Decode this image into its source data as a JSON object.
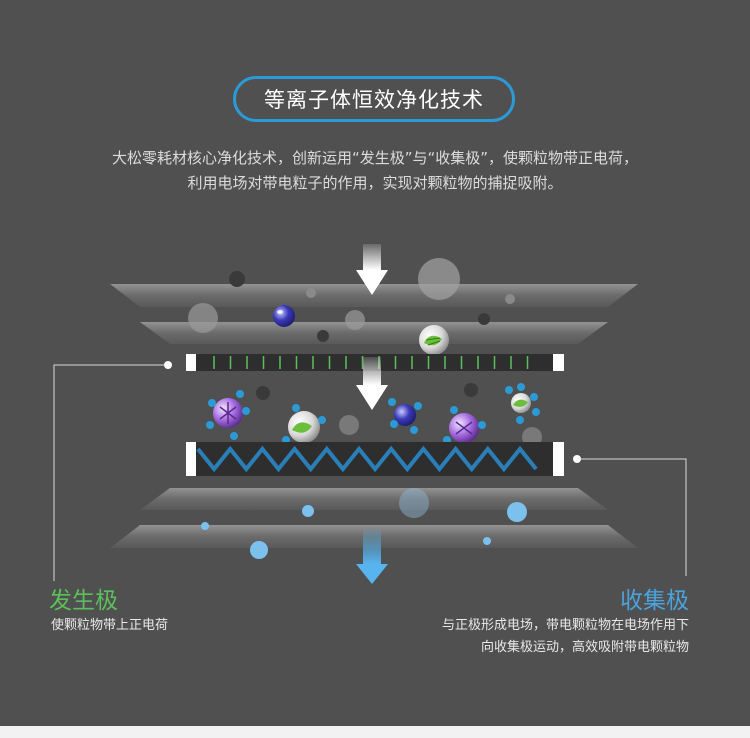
{
  "header": {
    "title": "等离子体恒效净化技术",
    "description_lines": [
      "大松零耗材核心净化技术，创新运用“发生极”与“收集极”，使颗粒物带正电荷，",
      "利用电场对带电粒子的作用，实现对颗粒物的捕捉吸附。"
    ]
  },
  "generator": {
    "title": "发生极",
    "desc_lines": [
      "使颗粒物带上正电荷"
    ]
  },
  "collector": {
    "title": "收集极",
    "desc_lines": [
      "与正极形成电场，带电颗粒物在电场作用下",
      "向收集极运动，高效吸附带电颗粒物"
    ]
  },
  "colors": {
    "background": "#505050",
    "accent_blue": "#2b9ad6",
    "generator_green": "#5cc05a",
    "collector_blue": "#4aa3dc",
    "arrow_blue": "#58b4ef",
    "zigzag": "#2a7fb8"
  }
}
